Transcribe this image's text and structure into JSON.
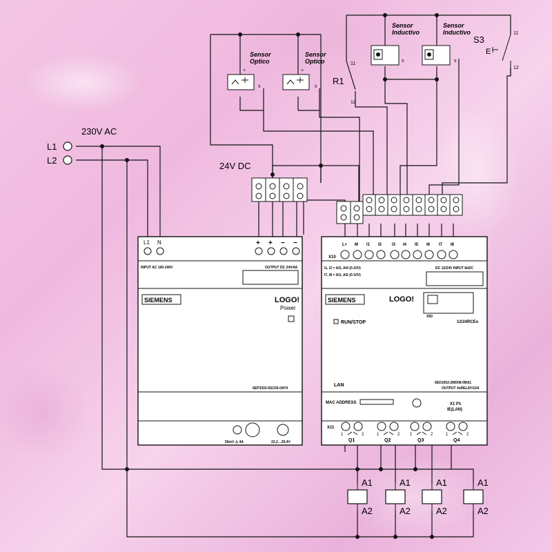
{
  "supply": {
    "voltage_label": "230V AC",
    "l1": "L1",
    "l2": "L2",
    "dc_label": "24V DC"
  },
  "sensors": {
    "optico_1": {
      "line1": "Sensor",
      "line2": "Optico"
    },
    "optico_2": {
      "line1": "Sensor",
      "line2": "Optico"
    },
    "inductivo_1": {
      "line1": "Sensor",
      "line2": "Inductivo"
    },
    "inductivo_2": {
      "line1": "Sensor",
      "line2": "Inductivo"
    },
    "pin_plus": "+",
    "pin_minus": "-",
    "pin_s": "s"
  },
  "contacts": {
    "r1": {
      "label": "R1",
      "top": "11",
      "bottom": "12"
    },
    "s3": {
      "label": "S3",
      "top": "11",
      "bottom": "12",
      "actuator": "E"
    }
  },
  "power_supply": {
    "term_l1": "L1",
    "term_n": "N",
    "term_plus1": "+",
    "term_plus2": "+",
    "term_minus1": "−",
    "term_minus2": "−",
    "input_text": "INPUT AC 100-240V",
    "output_text": "OUTPUT DC 24V/4A",
    "brand": "SIEMENS",
    "product": "LOGO!",
    "product_sub": "Power",
    "order_no": "6EP3333-6SC00-0AY0",
    "led_text": "50mV ⚠ 4A",
    "adj_text": "22,2…26,4V"
  },
  "logo_module": {
    "x10": "X10",
    "inputs": [
      "L+",
      "M",
      "I1",
      "I2",
      "I3",
      "I4",
      "I5",
      "I6",
      "I7",
      "I8"
    ],
    "analog_line1": "I1, I2 = AI3, AI4 (0-10V)",
    "analog_line2": "I7, I8 = AI1, AI2 (0-10V)",
    "dc_input": "DC 12/24V  INPUT 8xDC",
    "brand": "SIEMENS",
    "product": "LOGO!",
    "x50": "X50",
    "model": "12/24RCEo",
    "run_stop": "RUN/STOP",
    "lan": "LAN",
    "order_no": "6ED1052-2MD08-0BA1",
    "output_rating": "OUTPUT 4xRELAY/10A",
    "mac": "MAC ADDRESS",
    "x1p1": "X1 P1",
    "ie_lan": "IE(LAN)",
    "x11": "X11",
    "outputs": [
      "Q1",
      "Q2",
      "Q3",
      "Q4"
    ],
    "pin1": "1",
    "pin2": "2"
  },
  "relays": [
    {
      "a1": "A1",
      "a2": "A2"
    },
    {
      "a1": "A1",
      "a2": "A2"
    },
    {
      "a1": "A1",
      "a2": "A2"
    },
    {
      "a1": "A1",
      "a2": "A2"
    }
  ]
}
